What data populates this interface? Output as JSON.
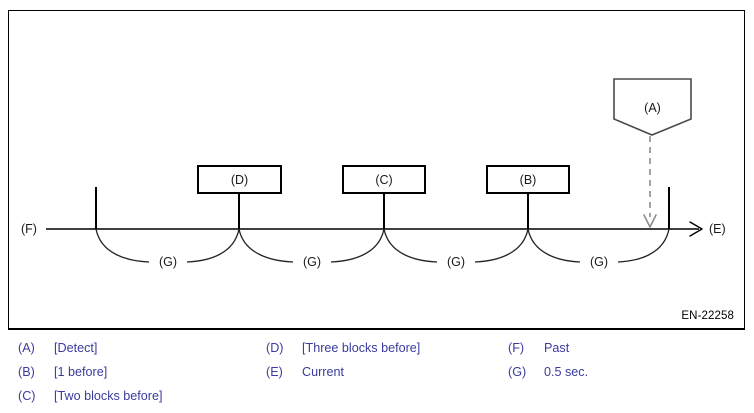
{
  "figure": {
    "reference_code": "EN-22258",
    "axis": {
      "left_label": "(F)",
      "right_label": "(E)"
    },
    "callout": {
      "label": "(A)",
      "shape": "pentagon-down",
      "connector": "dashed-arrow-down"
    },
    "blocks": [
      {
        "label": "(D)"
      },
      {
        "label": "(C)"
      },
      {
        "label": "(B)"
      }
    ],
    "intervals": [
      {
        "label": "(G)"
      },
      {
        "label": "(G)"
      },
      {
        "label": "(G)"
      },
      {
        "label": "(G)"
      }
    ]
  },
  "legend": {
    "columns": [
      {
        "rows": [
          {
            "key": "(A)",
            "value": "[Detect]"
          },
          {
            "key": "(B)",
            "value": "[1 before]"
          },
          {
            "key": "(C)",
            "value": "[Two blocks before]"
          }
        ]
      },
      {
        "rows": [
          {
            "key": "(D)",
            "value": "[Three blocks before]"
          },
          {
            "key": "(E)",
            "value": "Current"
          }
        ]
      },
      {
        "rows": [
          {
            "key": "(F)",
            "value": "Past"
          },
          {
            "key": "(G)",
            "value": "0.5 sec."
          }
        ]
      }
    ]
  },
  "colors": {
    "legend_text": "#3b3b9e",
    "diagram_line": "#000000",
    "arc_line": "#333333",
    "dashed_connector": "#808080",
    "frame_border": "#000000"
  }
}
